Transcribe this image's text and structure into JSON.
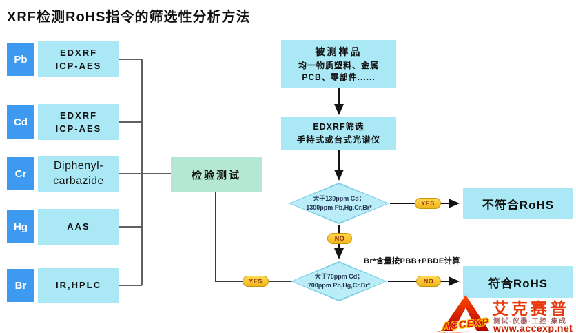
{
  "title": "XRF检测RoHS指令的筛选性分析方法",
  "left_panel": {
    "rows": [
      {
        "element": "Pb",
        "method_lines": [
          "EDXRF",
          "ICP-AES"
        ]
      },
      {
        "element": "Cd",
        "method_lines": [
          "EDXRF",
          "ICP-AES"
        ]
      },
      {
        "element": "Cr",
        "method_lines": [
          "Diphenyl-",
          "carbazide"
        ]
      },
      {
        "element": "Hg",
        "method_lines": [
          "AAS"
        ]
      },
      {
        "element": "Br",
        "method_lines": [
          "IR,HPLC"
        ]
      }
    ]
  },
  "verify_box": {
    "label": "检验测试"
  },
  "flow": {
    "sample_box": {
      "title": "被测样品",
      "lines": [
        "均一物质塑料、金属",
        "PCB、零部件......"
      ]
    },
    "screening_box": {
      "lines": [
        "EDXRF筛选",
        "手持式或台式光谱仪"
      ]
    },
    "decision1": {
      "lines": [
        "大于130ppm Cd；",
        "1300ppm Pb,Hg,Cr,Br*"
      ]
    },
    "decision2": {
      "lines": [
        "大于70ppm Cd；",
        "700ppm Pb,Hg,Cr,Br*"
      ]
    },
    "note": "Br*含量按PBB+PBDE计算",
    "fail_box": "不符合RoHS",
    "pass_box": "符合RoHS",
    "badges": {
      "yes1": "YES",
      "no1": "NO",
      "no2": "NO",
      "yes2": "YES"
    }
  },
  "logo": {
    "brand": "ACCEXP",
    "name": "艾克赛普",
    "tagline": "测试·仪器·工控·集成",
    "url": "www.accexp.net"
  },
  "colors": {
    "element_box": "#3d9af0",
    "method_box": "#a9e8f4",
    "verify_box": "#b5e8d2",
    "diamond": "#baedf7",
    "badge_bg": "#f7c420",
    "badge_text": "#8f2d06",
    "brand_red": "#e8380d",
    "url_red": "#c22000"
  }
}
